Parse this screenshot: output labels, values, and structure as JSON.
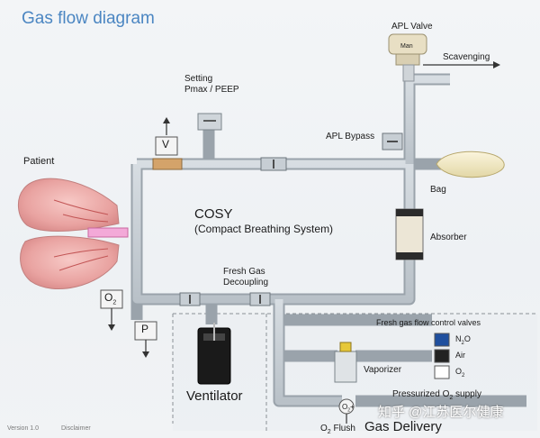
{
  "title": "Gas flow diagram",
  "labels": {
    "apl_valve": "APL Valve",
    "apl_man": "Man",
    "scavenging": "Scavenging",
    "setting_line1": "Setting",
    "setting_line2": "Pmax / PEEP",
    "apl_bypass": "APL Bypass",
    "patient": "Patient",
    "bag": "Bag",
    "absorber": "Absorber",
    "fresh_gas_line1": "Fresh Gas",
    "fresh_gas_line2": "Decoupling",
    "o2_box": "O",
    "o2_sub": "2",
    "p_box": "P",
    "v_box": "V",
    "ventilator": "Ventilator",
    "vaporizer": "Vaporizer",
    "fresh_gas_valves": "Fresh gas flow control valves",
    "pressurized": "Pressurized O",
    "pressurized_sub": "2",
    "pressurized_tail": " supply",
    "o2_flush": "O",
    "o2_flush_sub": "2",
    "o2_flush_tail": " Flush",
    "o2_plus": "O",
    "o2_plus_sub": "2",
    "o2_plus_tail": "+",
    "gas_delivery": "Gas Delivery",
    "version": "Version 1.0",
    "disclaimer": "Disclaimer",
    "watermark": "知乎 @江苏医尔健康"
  },
  "cosy": {
    "main": "COSY",
    "sub": "(Compact Breathing System)"
  },
  "legend": [
    {
      "gas": "N",
      "sub": "2",
      "tail": "O",
      "color": "#1f4f9e"
    },
    {
      "gas": "Air",
      "sub": "",
      "tail": "",
      "color": "#222222"
    },
    {
      "gas": "O",
      "sub": "2",
      "tail": "",
      "color": "#ffffff"
    }
  ]
}
